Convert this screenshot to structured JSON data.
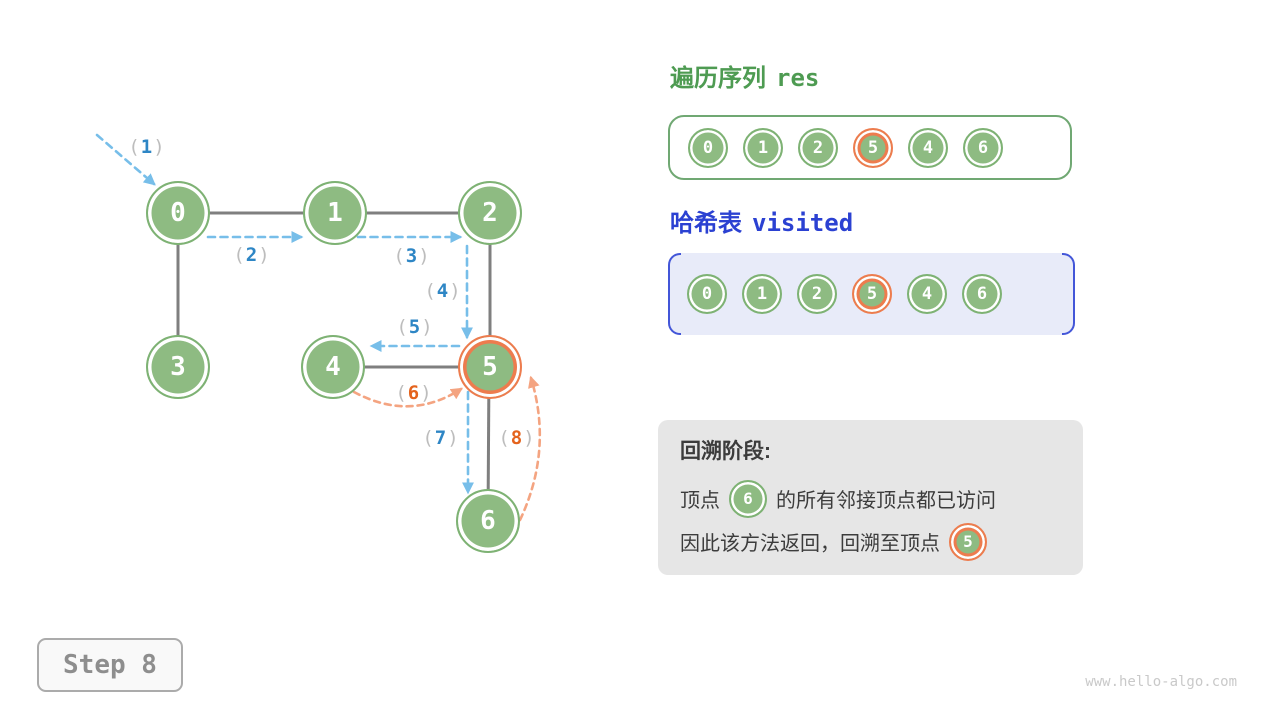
{
  "graph": {
    "nodes": [
      {
        "label": "0",
        "highlighted": false
      },
      {
        "label": "1",
        "highlighted": false
      },
      {
        "label": "2",
        "highlighted": false
      },
      {
        "label": "3",
        "highlighted": false
      },
      {
        "label": "4",
        "highlighted": false
      },
      {
        "label": "5",
        "highlighted": true
      },
      {
        "label": "6",
        "highlighted": false
      }
    ],
    "arrow_labels": [
      {
        "open": "(",
        "num": "1",
        "close": ")",
        "tone": "blue"
      },
      {
        "open": "(",
        "num": "2",
        "close": ")",
        "tone": "blue"
      },
      {
        "open": "(",
        "num": "3",
        "close": ")",
        "tone": "blue"
      },
      {
        "open": "(",
        "num": "4",
        "close": ")",
        "tone": "blue"
      },
      {
        "open": "(",
        "num": "5",
        "close": ")",
        "tone": "blue"
      },
      {
        "open": "(",
        "num": "6",
        "close": ")",
        "tone": "orange"
      },
      {
        "open": "(",
        "num": "7",
        "close": ")",
        "tone": "blue"
      },
      {
        "open": "(",
        "num": "8",
        "close": ")",
        "tone": "orange"
      }
    ]
  },
  "res_panel": {
    "title_zh": "遍历序列",
    "title_code": "res",
    "items": [
      {
        "label": "0",
        "highlighted": false
      },
      {
        "label": "1",
        "highlighted": false
      },
      {
        "label": "2",
        "highlighted": false
      },
      {
        "label": "5",
        "highlighted": true
      },
      {
        "label": "4",
        "highlighted": false
      },
      {
        "label": "6",
        "highlighted": false
      }
    ]
  },
  "visited_panel": {
    "title_zh": "哈希表",
    "title_code": "visited",
    "items": [
      {
        "label": "0",
        "highlighted": false
      },
      {
        "label": "1",
        "highlighted": false
      },
      {
        "label": "2",
        "highlighted": false
      },
      {
        "label": "5",
        "highlighted": true
      },
      {
        "label": "4",
        "highlighted": false
      },
      {
        "label": "6",
        "highlighted": false
      }
    ]
  },
  "info_box": {
    "title": "回溯阶段:",
    "line1_prefix": "顶点",
    "line1_node": "6",
    "line1_suffix": "的所有邻接顶点都已访问",
    "line2_prefix": "因此该方法返回，回溯至顶点",
    "line2_node": "5"
  },
  "ui": {
    "step_label": "Step 8",
    "watermark": "www.hello-algo.com"
  },
  "colors": {
    "node_green": "#8EBB82",
    "node_ring_green": "#7EB274",
    "highlight_orange": "#ED7C4E",
    "arrow_blue": "#77BEE9",
    "arc_orange": "#F4A481",
    "digit_blue": "#2E86C5",
    "digit_orange": "#E4631D",
    "paren_gray": "#BDBDBD",
    "edge_gray": "#7F7F7F",
    "res_title_green": "#4E9B52",
    "res_border_green": "#70A873",
    "visited_title_blue": "#2B41D2",
    "bracket_blue": "#4356D8",
    "visited_bg": "#E8EBF9",
    "info_bg": "#E6E6E6",
    "info_text": "#3C3C3C",
    "step_gray": "#8E8E8E",
    "watermark_gray": "#C9C9C9"
  }
}
